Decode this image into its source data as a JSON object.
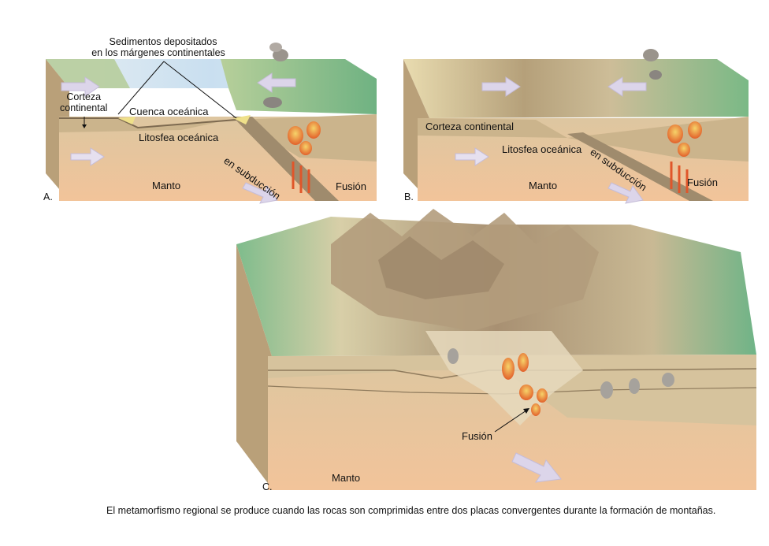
{
  "panel_a": {
    "letter": "A.",
    "sediment_label_line1": "Sedimentos depositados",
    "sediment_label_line2": "en los márgenes continentales",
    "crust_label_line1": "Corteza",
    "crust_label_line2": "continental",
    "basin_label": "Cuenca oceánica",
    "lithosphere_label": "Litosfea oceánica",
    "subduction_label": "en subducción",
    "mantle_label": "Manto",
    "melting_label": "Fusión"
  },
  "panel_b": {
    "letter": "B.",
    "crust_label": "Corteza continental",
    "lithosphere_label": "Litosfea oceánica",
    "subduction_label": "en subducción",
    "mantle_label": "Manto",
    "melting_label": "Fusión"
  },
  "panel_c": {
    "letter": "C.",
    "melting_label": "Fusión",
    "mantle_label": "Manto"
  },
  "caption": "El metamorfismo regional se produce cuando las rocas son comprimidas entre dos placas convergentes durante la formación de montañas.",
  "colors": {
    "ocean": "#cfe3f2",
    "land_green": "#7fbf86",
    "mountain": "#b9a584",
    "crust": "#cdb78e",
    "mantle": "#f0c9a0",
    "magma": "#e8732a",
    "arrow": "#dcd5ea"
  }
}
